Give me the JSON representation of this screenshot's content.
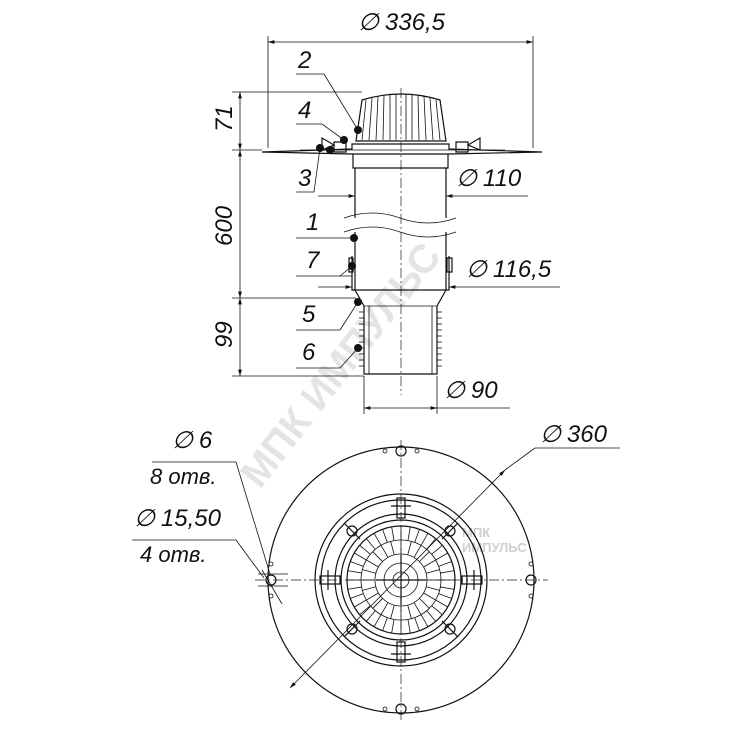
{
  "top_view": {
    "dim_total_width": "336,5",
    "dim_height_top": "71",
    "dim_height_pipe": "600",
    "dim_height_bottom": "99",
    "dim_pipe_diameter": "110",
    "dim_sleeve_diameter": "116,5",
    "dim_spigot_diameter": "90",
    "part_labels": [
      "2",
      "4",
      "3",
      "1",
      "7",
      "5",
      "6"
    ]
  },
  "plan_view": {
    "dim_outer": "360",
    "dim_small_hole": "6",
    "small_hole_count": "8 отв.",
    "dim_large_hole": "15,50",
    "large_hole_count": "4 отв."
  },
  "diameter_symbol": "∅",
  "watermark": {
    "main": "МПК ИМПУЛЬС",
    "small_top": "МПК",
    "small_bottom": "ИМПУЛЬС"
  }
}
